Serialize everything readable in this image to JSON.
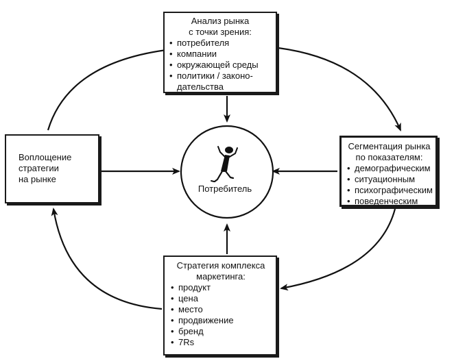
{
  "center": {
    "label": "Потребитель"
  },
  "top_box": {
    "title_line1": "Анализ рынка",
    "title_line2": "с точки зрения:",
    "items": [
      "потребителя",
      "компании",
      "окружающей среды",
      "политики / законо-",
      "дательства"
    ]
  },
  "right_box": {
    "title_line1": "Сегментация рынка",
    "title_line2": "по показателям:",
    "items": [
      "демографическим",
      "ситуационным",
      "психографическим",
      "поведенческим"
    ]
  },
  "bottom_box": {
    "title_line1": "Стратегия комплекса",
    "title_line2": "маркетинга:",
    "items": [
      "продукт",
      "цена",
      "место",
      "продвижение",
      "бренд",
      "7Rs"
    ]
  },
  "left_box": {
    "title_line1": "Воплощение",
    "title_line2": "стратегии",
    "title_line3": "на рынке"
  }
}
